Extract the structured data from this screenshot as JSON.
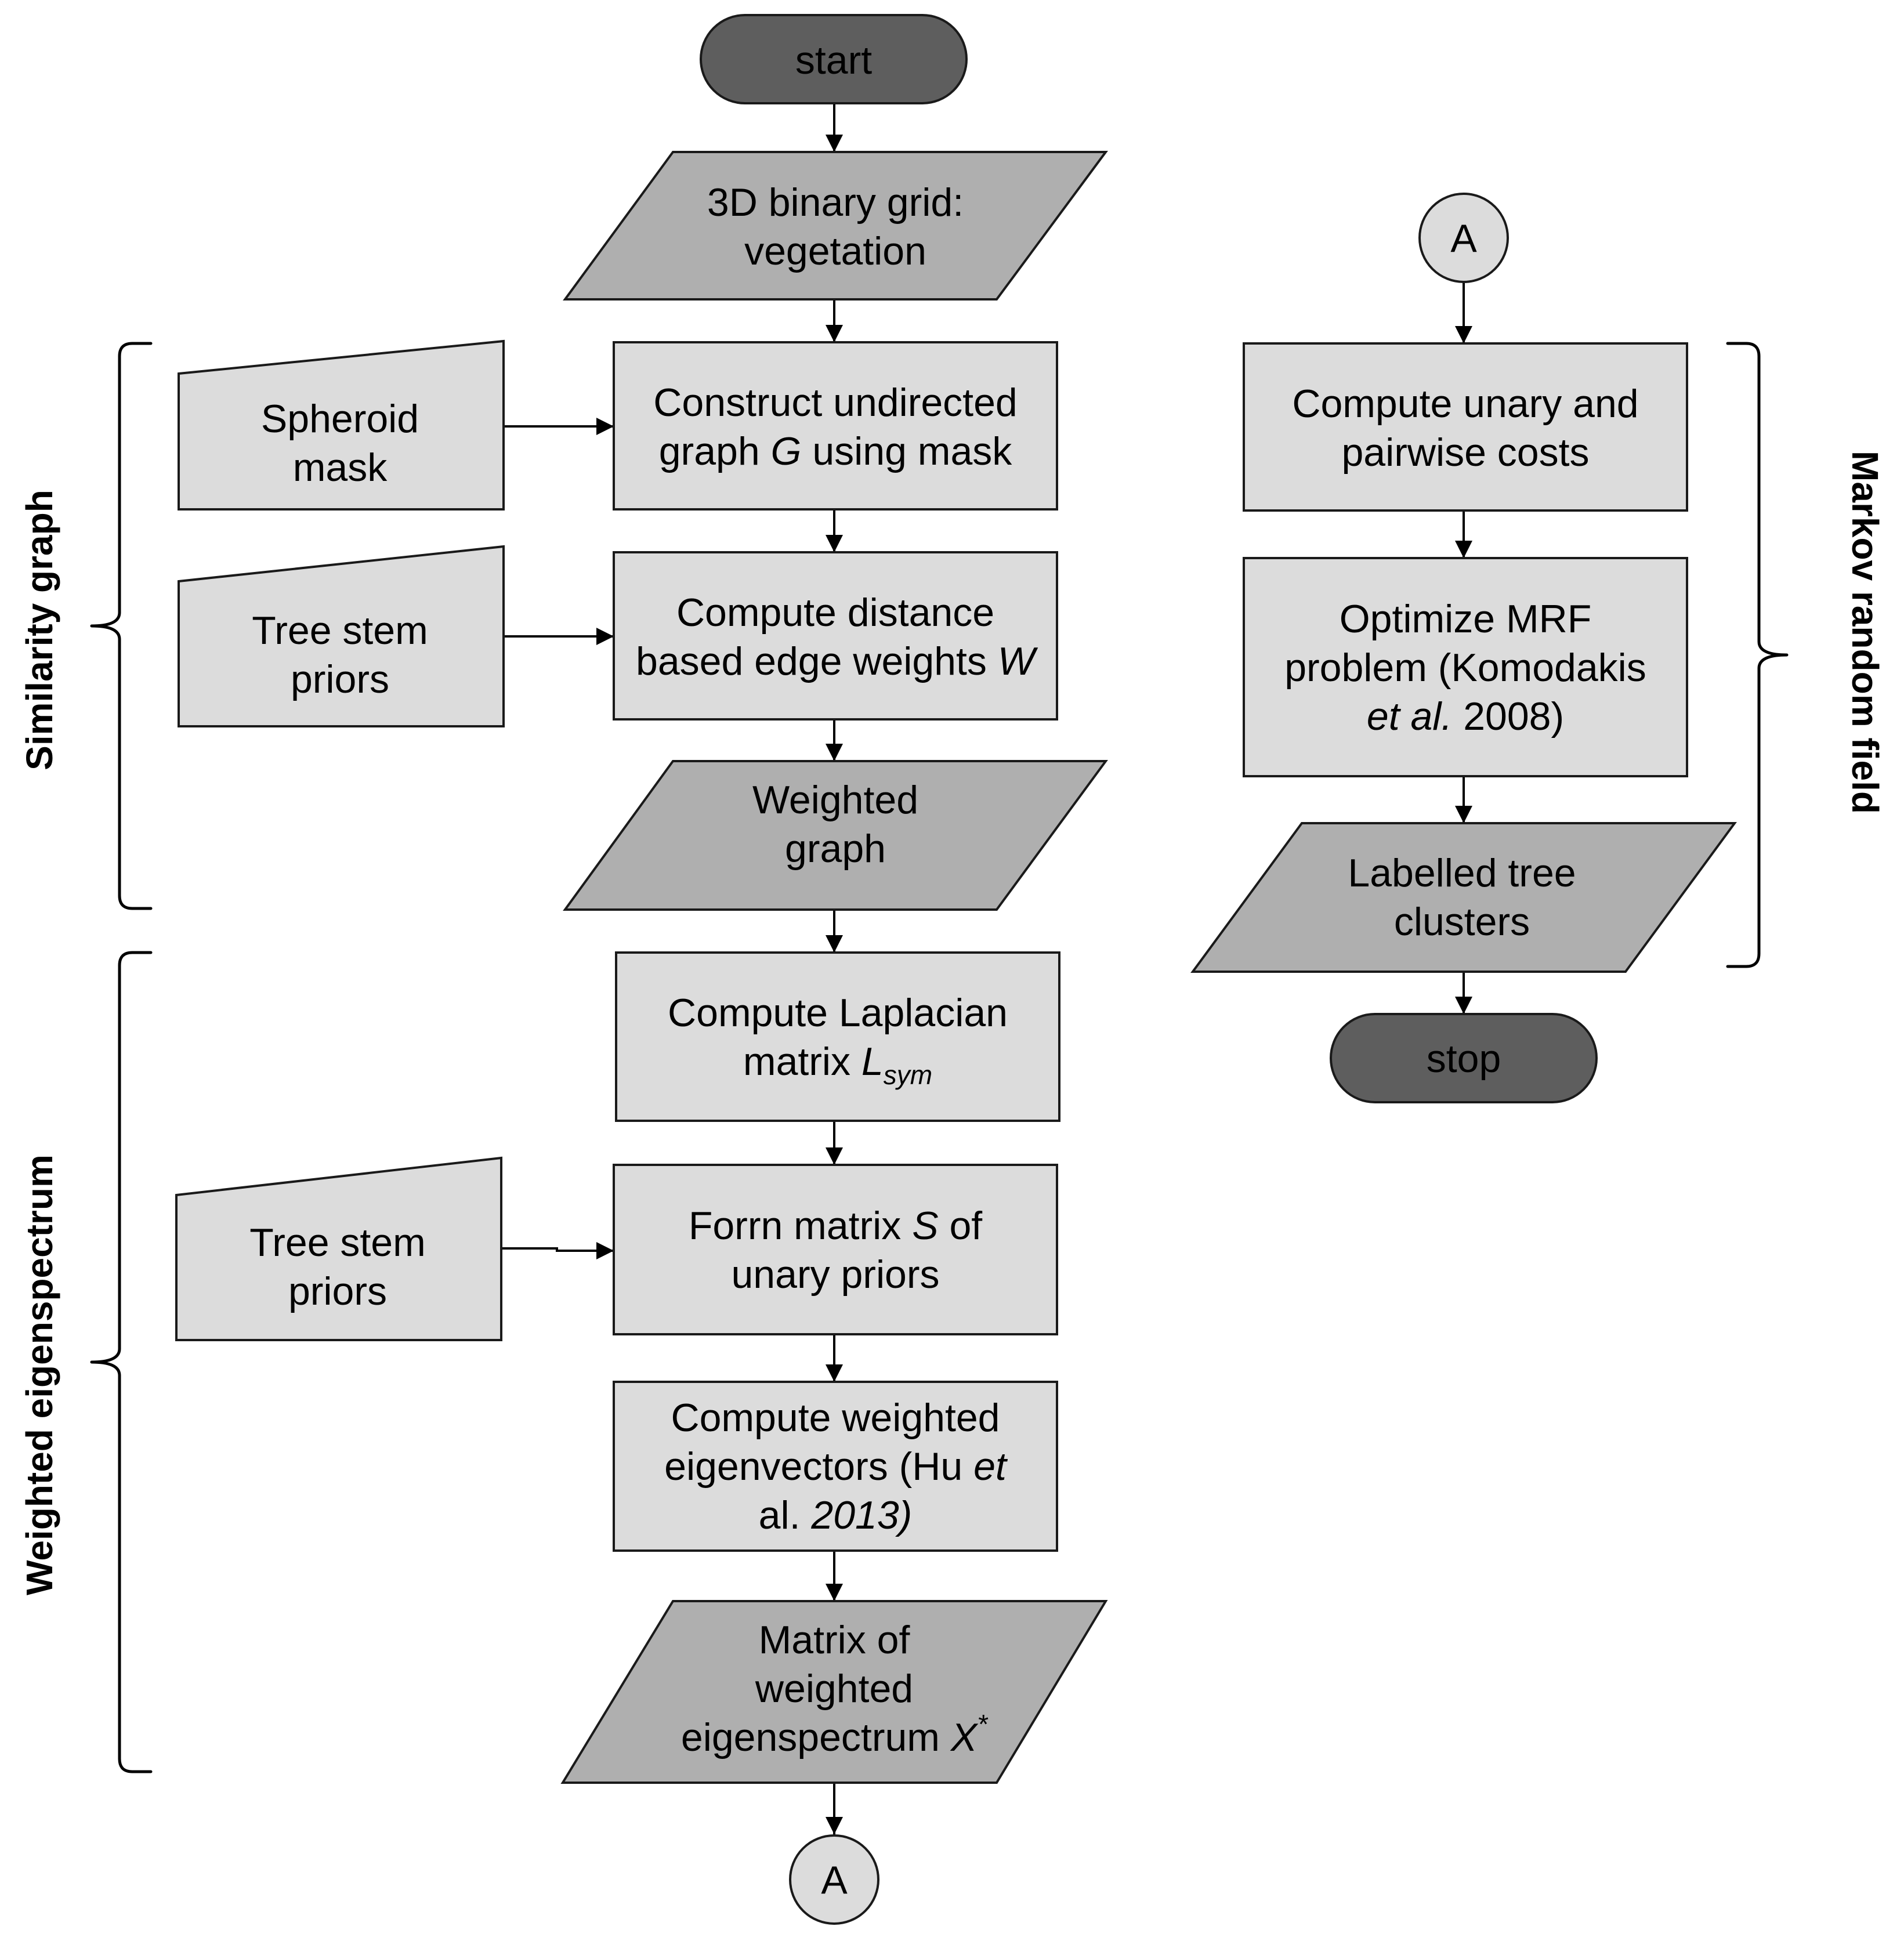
{
  "colors": {
    "terminal": "#5e5e5e",
    "data": "#afafaf",
    "process": "#dcdcdc",
    "manual_input": "#dcdcdc",
    "connector": "#dcdcdc",
    "stroke": "#1a1a1a"
  },
  "nodes": {
    "start": {
      "lines": [
        "start"
      ]
    },
    "grid": {
      "lines": [
        "3D binary grid:",
        "vegetation"
      ]
    },
    "construct": {
      "lines": [
        "Construct undirected",
        "graph |G| using mask"
      ]
    },
    "spheroid": {
      "lines": [
        "Spheroid",
        "mask"
      ]
    },
    "distance": {
      "lines": [
        "Compute distance",
        "based edge weights |W|"
      ]
    },
    "stem1": {
      "lines": [
        "Tree stem",
        "priors"
      ]
    },
    "weighted_graph": {
      "lines": [
        "Weighted",
        "graph"
      ]
    },
    "laplacian": {
      "lines": [
        "Compute Laplacian",
        "matrix |L|_sym"
      ]
    },
    "form_s": {
      "lines": [
        "Forrn matrix |S| of",
        "unary priors"
      ]
    },
    "stem2": {
      "lines": [
        "Tree stem",
        "priors"
      ]
    },
    "eigvec": {
      "lines": [
        "Compute weighted",
        "eigenvectors (Hu |et",
        "al.| 2013)"
      ]
    },
    "eigspec": {
      "lines": [
        "Matrix of",
        "weighted",
        "eigenspectrum |X|^*"
      ]
    },
    "conn_a_bottom": {
      "lines": [
        "A"
      ]
    },
    "conn_a_top": {
      "lines": [
        "A"
      ]
    },
    "unary": {
      "lines": [
        "Compute unary and",
        "pairwise costs"
      ]
    },
    "mrf": {
      "lines": [
        "Optimize MRF",
        "problem (Komodakis",
        "|et al.| 2008)"
      ]
    },
    "labelled": {
      "lines": [
        "Labelled tree",
        "clusters"
      ]
    },
    "stop": {
      "lines": [
        "stop"
      ]
    }
  },
  "groups": {
    "similarity": "Similarity graph",
    "eigenspectrum": "Weighted eigenspectrum",
    "markov": "Markov random field"
  }
}
